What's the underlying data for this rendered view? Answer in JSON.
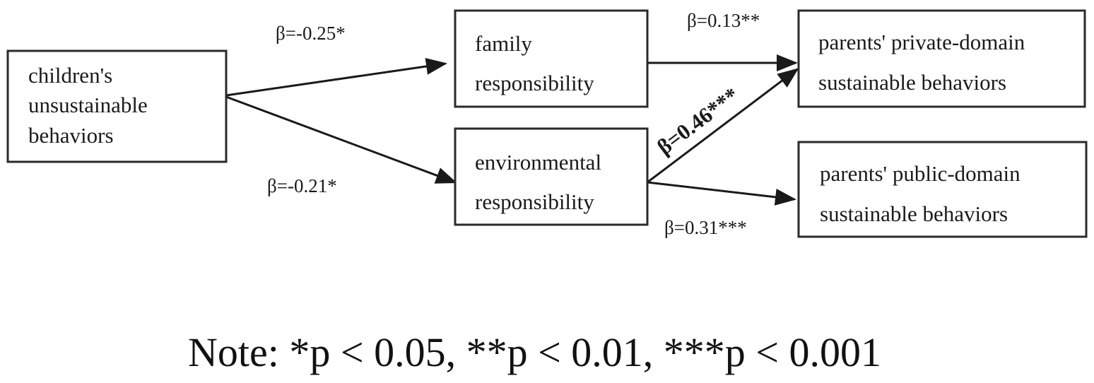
{
  "nodes": {
    "children_unsustainable": [
      "children's",
      "unsustainable",
      "behaviors"
    ],
    "family_responsibility": [
      "family",
      "responsibility"
    ],
    "environmental_responsibility": [
      "environmental",
      "responsibility"
    ],
    "private_domain": [
      "parents' private-domain",
      "sustainable behaviors"
    ],
    "public_domain": [
      "parents' public-domain",
      "sustainable  behaviors"
    ]
  },
  "edges": {
    "children_to_family": "β=-0.25*",
    "children_to_environmental": "β=-0.21*",
    "family_to_private": "β=0.13**",
    "environmental_to_private": "β=0.46***",
    "environmental_to_public": "β=0.31***"
  },
  "note": "Note: *p < 0.05, **p < 0.01, ***p < 0.001"
}
